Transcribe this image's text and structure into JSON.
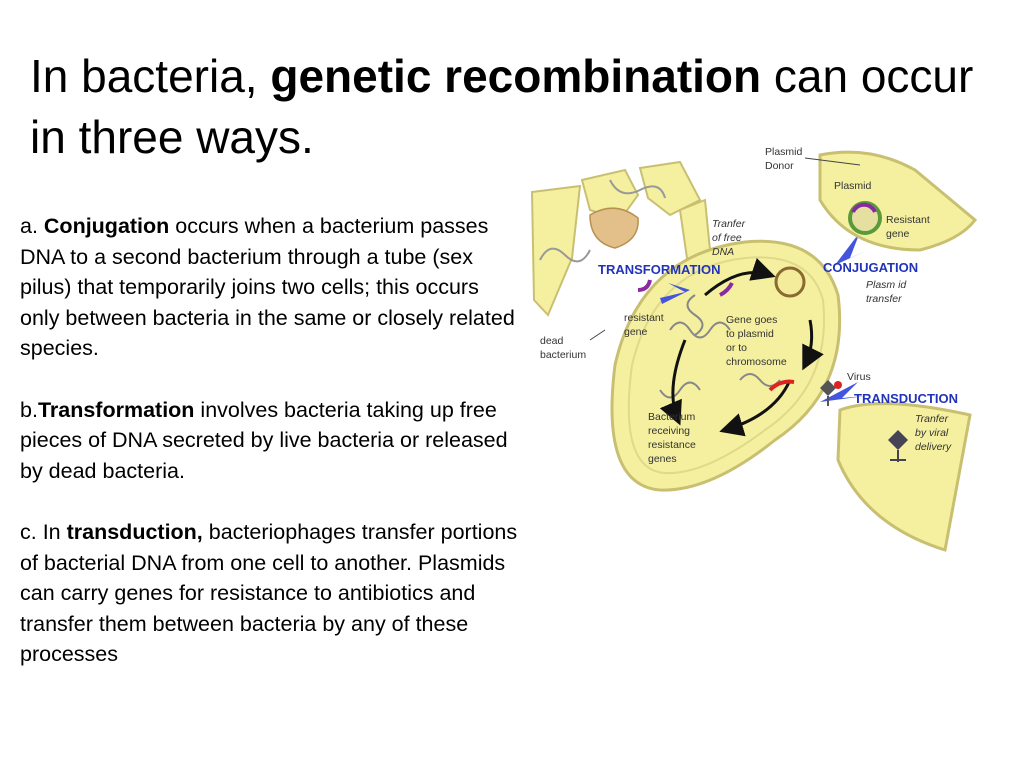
{
  "slide": {
    "title": {
      "pre": "In bacteria, ",
      "bold": "genetic recombination",
      "post": " can occur in three ways."
    },
    "paragraphs": [
      {
        "prefix": "a. ",
        "term": "Conjugation",
        "text": " occurs when a bacterium passes DNA to a second bacterium through a tube (sex pilus) that temporarily joins two cells; this occurs only between bacteria in the same or closely related species."
      },
      {
        "prefix": "b.",
        "term": "Transformation",
        "text": " involves bacteria taking up free pieces of DNA secreted by live bacteria or released by dead bacteria."
      },
      {
        "prefix": "c. In ",
        "term": "transduction,",
        "text": " bacteriophages transfer portions of bacterial DNA from one cell to another. Plasmids can carry genes for resistance to antibiotics and transfer them between bacteria by any of these processes"
      }
    ]
  },
  "diagram": {
    "labels": {
      "plasmid_donor_1": "Plasmid",
      "plasmid_donor_2": "Donor",
      "plasmid": "Plasmid",
      "resistant_gene_1": "Resistant",
      "resistant_gene_2": "gene",
      "tranfer_free_dna_1": "Tranfer",
      "tranfer_free_dna_2": "of free",
      "tranfer_free_dna_3": "DNA",
      "transformation": "TRANSFORMATION",
      "conjugation": "CONJUGATION",
      "plasmid_transfer_1": "Plasm id",
      "plasmid_transfer_2": "transfer",
      "resistant_gene_small_1": "resistant",
      "resistant_gene_small_2": "gene",
      "gene_goes_1": "Gene goes",
      "gene_goes_2": "to plasmid",
      "gene_goes_3": "or to",
      "gene_goes_4": "chromosome",
      "dead_bacterium_1": "dead",
      "dead_bacterium_2": "bacterium",
      "virus": "Virus",
      "transduction": "TRANSDUCTION",
      "viral_delivery_1": "Tranfer",
      "viral_delivery_2": "by viral",
      "viral_delivery_3": "delivery",
      "receiving_1": "Bacterium",
      "receiving_2": "receiving",
      "receiving_3": "resistance",
      "receiving_4": "genes"
    },
    "colors": {
      "cell_fill": "#f5f0a0",
      "cell_outline": "#c8c070",
      "label_blue": "#2233bb",
      "arrow_blue": "#4455dd",
      "dna_purple": "#8a2aa0",
      "dna_red": "#dd2222",
      "plasmid_green": "#5a9a3a"
    }
  }
}
